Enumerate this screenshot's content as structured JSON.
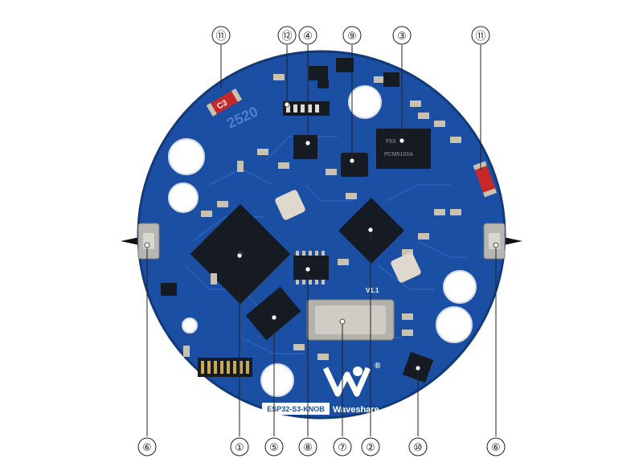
{
  "board": {
    "model_label": "ESP32-S3-KNOB",
    "brand": "Waveshare",
    "registered_mark": "®",
    "version": "V1.1",
    "silk_code": "2520",
    "cap_label": "C3",
    "ic3_marking": "PCM5100A",
    "ic3_code": "F5X",
    "colors": {
      "pcb": "#1b4fa3",
      "pcb_dark": "#163f86",
      "copper_pad": "#c9c2b0",
      "chip": "#161a22",
      "silkscreen": "#ffffff",
      "callout_line": "#222222"
    }
  },
  "callouts": {
    "top": [
      "⑪",
      "⑫",
      "④",
      "⑨",
      "③",
      "⑪"
    ],
    "bottom": [
      "⑥",
      "①",
      "⑤",
      "⑧",
      "⑦",
      "②",
      "⑩",
      "⑥"
    ]
  }
}
